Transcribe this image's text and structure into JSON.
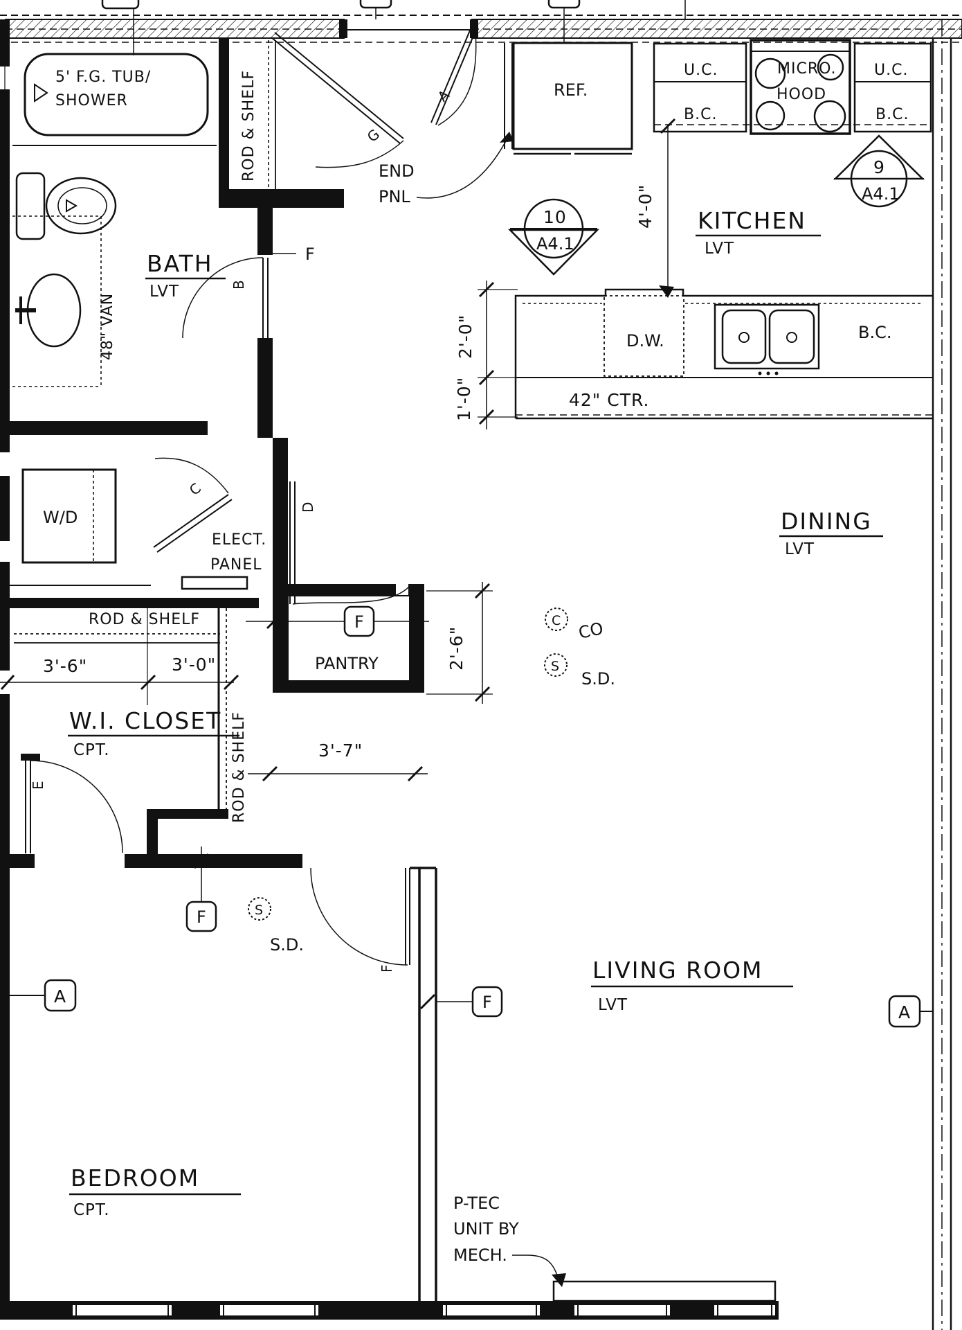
{
  "rooms": {
    "bath": {
      "name": "BATH",
      "finish": "LVT"
    },
    "kitchen": {
      "name": "KITCHEN",
      "finish": "LVT"
    },
    "dining": {
      "name": "DINING",
      "finish": "LVT"
    },
    "living": {
      "name": "LIVING ROOM",
      "finish": "LVT"
    },
    "bedroom": {
      "name": "BEDROOM",
      "finish": "CPT."
    },
    "wi_closet": {
      "name": "W.I. CLOSET",
      "finish": "CPT."
    },
    "pantry": {
      "name": "PANTRY"
    }
  },
  "fixtures": {
    "tub_line1": "5' F.G. TUB/",
    "tub_line2": "SHOWER",
    "vanity": "48\" VAN",
    "washer_dryer": "W/D",
    "refrigerator": "REF.",
    "end_panel_line1": "END",
    "end_panel_line2": "PNL",
    "upper_cabinet": "U.C.",
    "base_cabinet": "B.C.",
    "micro_line1": "MICRO.",
    "micro_line2": "HOOD",
    "dishwasher": "D.W.",
    "counter": "42\" CTR.",
    "rod_shelf": "ROD & SHELF",
    "elect_line1": "ELECT.",
    "elect_line2": "PANEL"
  },
  "dimensions": {
    "kitchen_aisle": "4'-0\"",
    "island_depth": "2'-0\"",
    "island_base": "1'-0\"",
    "pantry_depth": "2'-6\"",
    "closet_left": "3'-6\"",
    "closet_right": "3'-0\"",
    "hall_width": "3'-7\""
  },
  "door_tags": {
    "a": "A",
    "b": "B",
    "c": "C",
    "d": "D",
    "e": "E",
    "f": "F",
    "g": "G"
  },
  "wall_tags": {
    "f": "F",
    "a": "A"
  },
  "section_markers": {
    "kitchen_9": {
      "number": "9",
      "sheet": "A4.1"
    },
    "kitchen_10": {
      "number": "10",
      "sheet": "A4.1"
    }
  },
  "symbols": {
    "co": {
      "tag": "C",
      "label": "CO"
    },
    "smoke_dining": {
      "tag": "S",
      "label": "S.D."
    },
    "smoke_hall": {
      "tag": "S",
      "label": "S.D."
    }
  },
  "notes": {
    "ptec_line1": "P-TEC",
    "ptec_line2": "UNIT BY",
    "ptec_line3": "MECH."
  }
}
